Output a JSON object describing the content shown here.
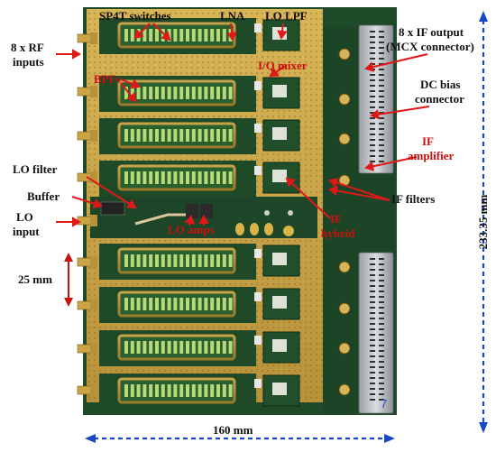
{
  "figure": {
    "colors": {
      "pcb_green": "#1f4a2a",
      "pcb_dark": "#163a20",
      "gold": "#c9a545",
      "gold_dark": "#8a6a20",
      "shield": "#b08a30",
      "trace": "#b7d97a",
      "label_red": "#cc1010",
      "label_black": "#111111",
      "arrow": "#e01818",
      "dim_arrow": "#1846c8"
    },
    "labels": {
      "sp4t": "SP4T switches",
      "lna": "LNA",
      "lo_lpf": "LO LPF",
      "rf_inputs_1": "8 x RF",
      "rf_inputs_2": "inputs",
      "bpfs": "BPFs",
      "iq_mixer": "I/Q mixer",
      "if_output_1": "8 x IF output",
      "if_output_2": "(MCX connector)",
      "dc_bias_1": "DC bias",
      "dc_bias_2": "connector",
      "if_amp_1": "IF",
      "if_amp_2": "amplifier",
      "lo_filter": "LO filter",
      "buffer": "Buffer",
      "lo_input_1": "LO",
      "lo_input_2": "input",
      "if_filters": "IF filters",
      "lo_amps": "LO amps",
      "if_hybrid_1": "IF",
      "if_hybrid_2": "hybrid",
      "dim_25": "25 mm",
      "dim_233": "233.35 mm",
      "dim_160": "160 mm",
      "connector_marking": "7"
    }
  }
}
